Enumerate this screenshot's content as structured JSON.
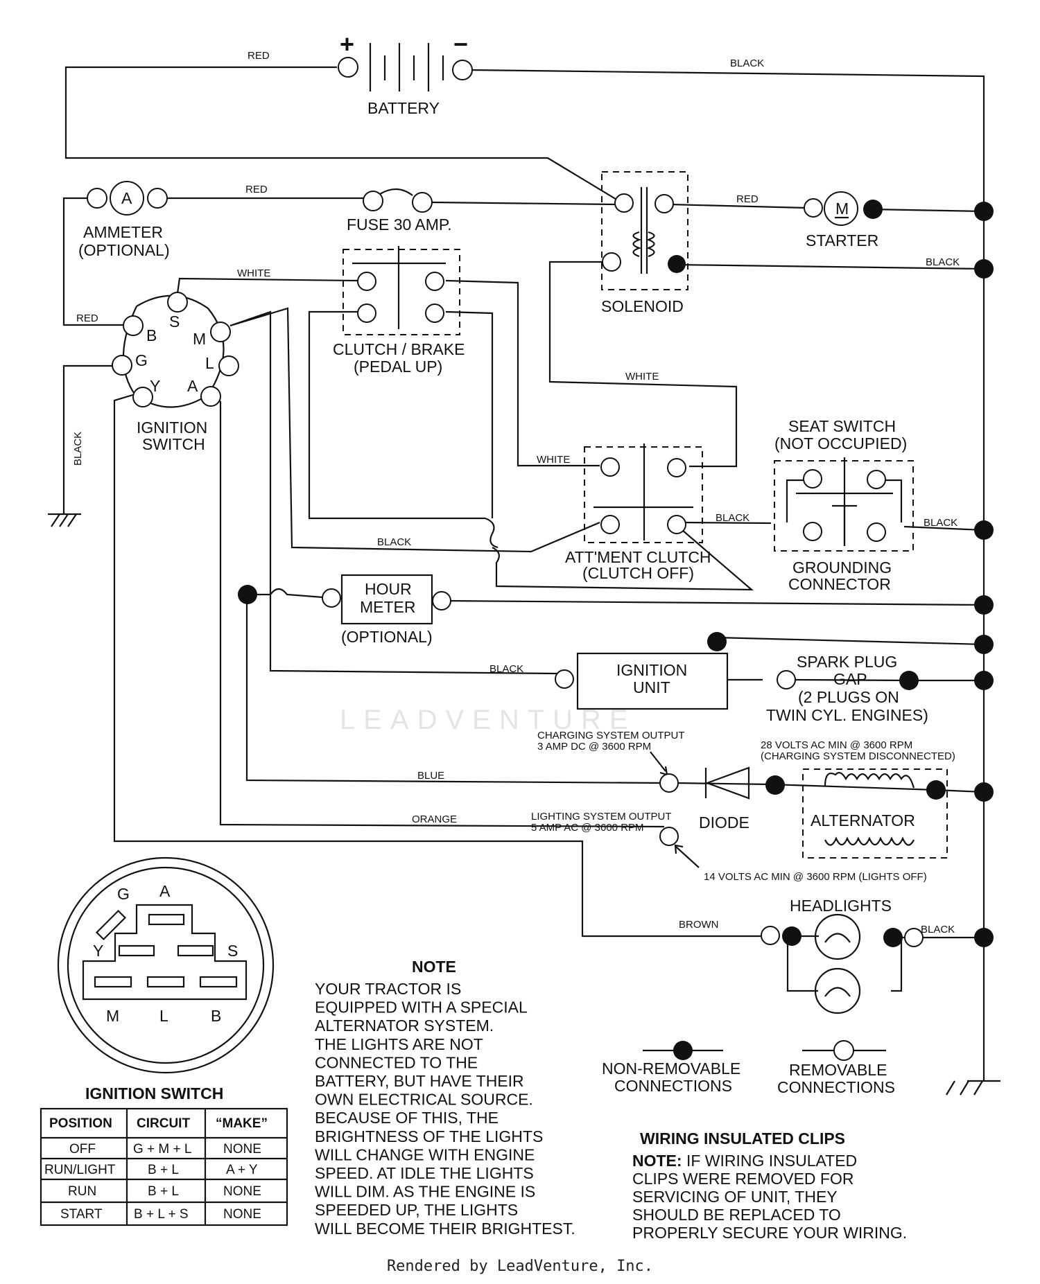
{
  "watermark": "LEADVENTURE",
  "components": {
    "battery": "BATTERY",
    "battery_plus": "+",
    "battery_minus": "−",
    "ammeter_symbol": "A",
    "ammeter": [
      "AMMETER",
      "(OPTIONAL)"
    ],
    "fuse": "FUSE 30 AMP.",
    "starter_symbol": "M",
    "starter": "STARTER",
    "solenoid": "SOLENOID",
    "clutch_brake": [
      "CLUTCH / BRAKE",
      "(PEDAL UP)"
    ],
    "ignition_switch": [
      "IGNITION",
      "SWITCH"
    ],
    "ignition_pins": [
      "B",
      "S",
      "M",
      "G",
      "L",
      "Y",
      "A"
    ],
    "seat_switch": [
      "SEAT SWITCH",
      "(NOT OCCUPIED)"
    ],
    "grounding_connector": [
      "GROUNDING",
      "CONNECTOR"
    ],
    "attachment_clutch": [
      "ATT'MENT CLUTCH",
      "(CLUTCH OFF)"
    ],
    "hour_meter": [
      "HOUR",
      "METER"
    ],
    "hour_meter_note": "(OPTIONAL)",
    "ignition_unit": [
      "IGNITION",
      "UNIT"
    ],
    "spark_plug": [
      "SPARK PLUG",
      "GAP",
      "(2 PLUGS ON",
      "TWIN CYL. ENGINES)"
    ],
    "charging_output": [
      "CHARGING SYSTEM OUTPUT",
      "3 AMP DC @ 3600 RPM"
    ],
    "volts_28": [
      "28 VOLTS AC MIN  @ 3600 RPM",
      "(CHARGING SYSTEM DISCONNECTED)"
    ],
    "diode": "DIODE",
    "alternator": "ALTERNATOR",
    "lighting_output": [
      "LIGHTING SYSTEM OUTPUT",
      "5 AMP AC @ 3600 RPM"
    ],
    "volts_14": "14 VOLTS AC MIN  @ 3600 RPM (LIGHTS OFF)",
    "headlights": "HEADLIGHTS"
  },
  "wire_labels": {
    "red": "RED",
    "black": "BLACK",
    "white": "WHITE",
    "blue": "BLUE",
    "orange": "ORANGE",
    "brown": "BROWN"
  },
  "switch_face": {
    "pins": [
      "G",
      "A",
      "Y",
      "S",
      "M",
      "L",
      "B"
    ]
  },
  "ignition_table": {
    "title": "IGNITION SWITCH",
    "headers": [
      "POSITION",
      "CIRCUIT",
      "“MAKE”"
    ],
    "rows": [
      [
        "OFF",
        "G + M + L",
        "NONE"
      ],
      [
        "RUN/LIGHT",
        "B + L",
        "A + Y"
      ],
      [
        "RUN",
        "B + L",
        "NONE"
      ],
      [
        "START",
        "B + L + S",
        "NONE"
      ]
    ]
  },
  "note": {
    "title": "NOTE",
    "lines": [
      "YOUR TRACTOR IS",
      "EQUIPPED WITH A SPECIAL",
      "ALTERNATOR SYSTEM.",
      "THE LIGHTS ARE NOT",
      "CONNECTED TO THE",
      "BATTERY, BUT HAVE THEIR",
      "OWN ELECTRICAL SOURCE.",
      "BECAUSE OF THIS, THE",
      "BRIGHTNESS OF THE LIGHTS",
      "WILL CHANGE WITH ENGINE",
      "SPEED.  AT IDLE THE LIGHTS",
      "WILL DIM.  AS THE ENGINE IS",
      "SPEEDED UP, THE LIGHTS",
      "WILL BECOME THEIR BRIGHTEST."
    ]
  },
  "legend": {
    "non_removable": [
      "NON-REMOVABLE",
      "CONNECTIONS"
    ],
    "removable": [
      "REMOVABLE",
      "CONNECTIONS"
    ]
  },
  "clips": {
    "title": "WIRING INSULATED CLIPS",
    "note_prefix": "NOTE:",
    "lines": [
      " IF WIRING INSULATED",
      "CLIPS WERE REMOVED FOR",
      "SERVICING OF UNIT, THEY",
      "SHOULD BE REPLACED TO",
      "PROPERLY SECURE YOUR WIRING."
    ]
  },
  "footer": "Rendered by LeadVenture, Inc."
}
